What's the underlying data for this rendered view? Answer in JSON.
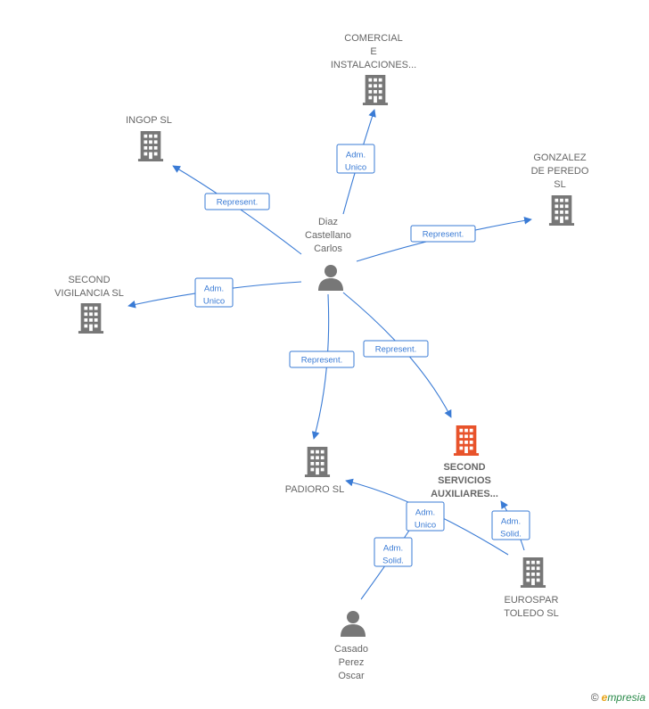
{
  "colors": {
    "edge": "#3a7bd5",
    "company": "#777777",
    "focus": "#e8532b",
    "person": "#777777"
  },
  "nodes": {
    "comercial": {
      "lines": [
        "COMERCIAL",
        "E",
        "INSTALACIONES..."
      ],
      "kind": "company"
    },
    "ingop": {
      "lines": [
        "INGOP  SL"
      ],
      "kind": "company"
    },
    "gonzalez": {
      "lines": [
        "GONZALEZ",
        "DE PEREDO",
        "SL"
      ],
      "kind": "company"
    },
    "diaz": {
      "lines": [
        "Diaz",
        "Castellano",
        "Carlos"
      ],
      "kind": "person"
    },
    "vigilancia": {
      "lines": [
        "SECOND",
        "VIGILANCIA  SL"
      ],
      "kind": "company"
    },
    "padioro": {
      "lines": [
        "PADIORO SL"
      ],
      "kind": "company"
    },
    "servicios": {
      "lines": [
        "SECOND",
        "SERVICIOS",
        "AUXILIARES..."
      ],
      "kind": "focus"
    },
    "eurospar": {
      "lines": [
        "EUROSPAR",
        "TOLEDO SL"
      ],
      "kind": "company"
    },
    "casado": {
      "lines": [
        "Casado",
        "Perez",
        "Oscar"
      ],
      "kind": "person"
    }
  },
  "edges": [
    {
      "from": "diaz",
      "to": "comercial",
      "label": [
        "Adm.",
        "Unico"
      ]
    },
    {
      "from": "diaz",
      "to": "ingop",
      "label": [
        "Represent."
      ]
    },
    {
      "from": "diaz",
      "to": "gonzalez",
      "label": [
        "Represent."
      ]
    },
    {
      "from": "diaz",
      "to": "vigilancia",
      "label": [
        "Adm.",
        "Unico"
      ]
    },
    {
      "from": "diaz",
      "to": "padioro",
      "label": [
        "Represent."
      ]
    },
    {
      "from": "diaz",
      "to": "servicios",
      "label": [
        "Represent."
      ]
    },
    {
      "from": "eurospar",
      "to": "padioro",
      "label": [
        "Adm.",
        "Unico"
      ]
    },
    {
      "from": "eurospar",
      "to": "servicios",
      "label": [
        "Adm.",
        "Solid."
      ]
    },
    {
      "from": "casado",
      "to": "servicios",
      "label": [
        "Adm.",
        "Solid."
      ]
    }
  ],
  "footer": {
    "copyright": "©",
    "brand_first": "e",
    "brand_rest": "mpresia"
  }
}
